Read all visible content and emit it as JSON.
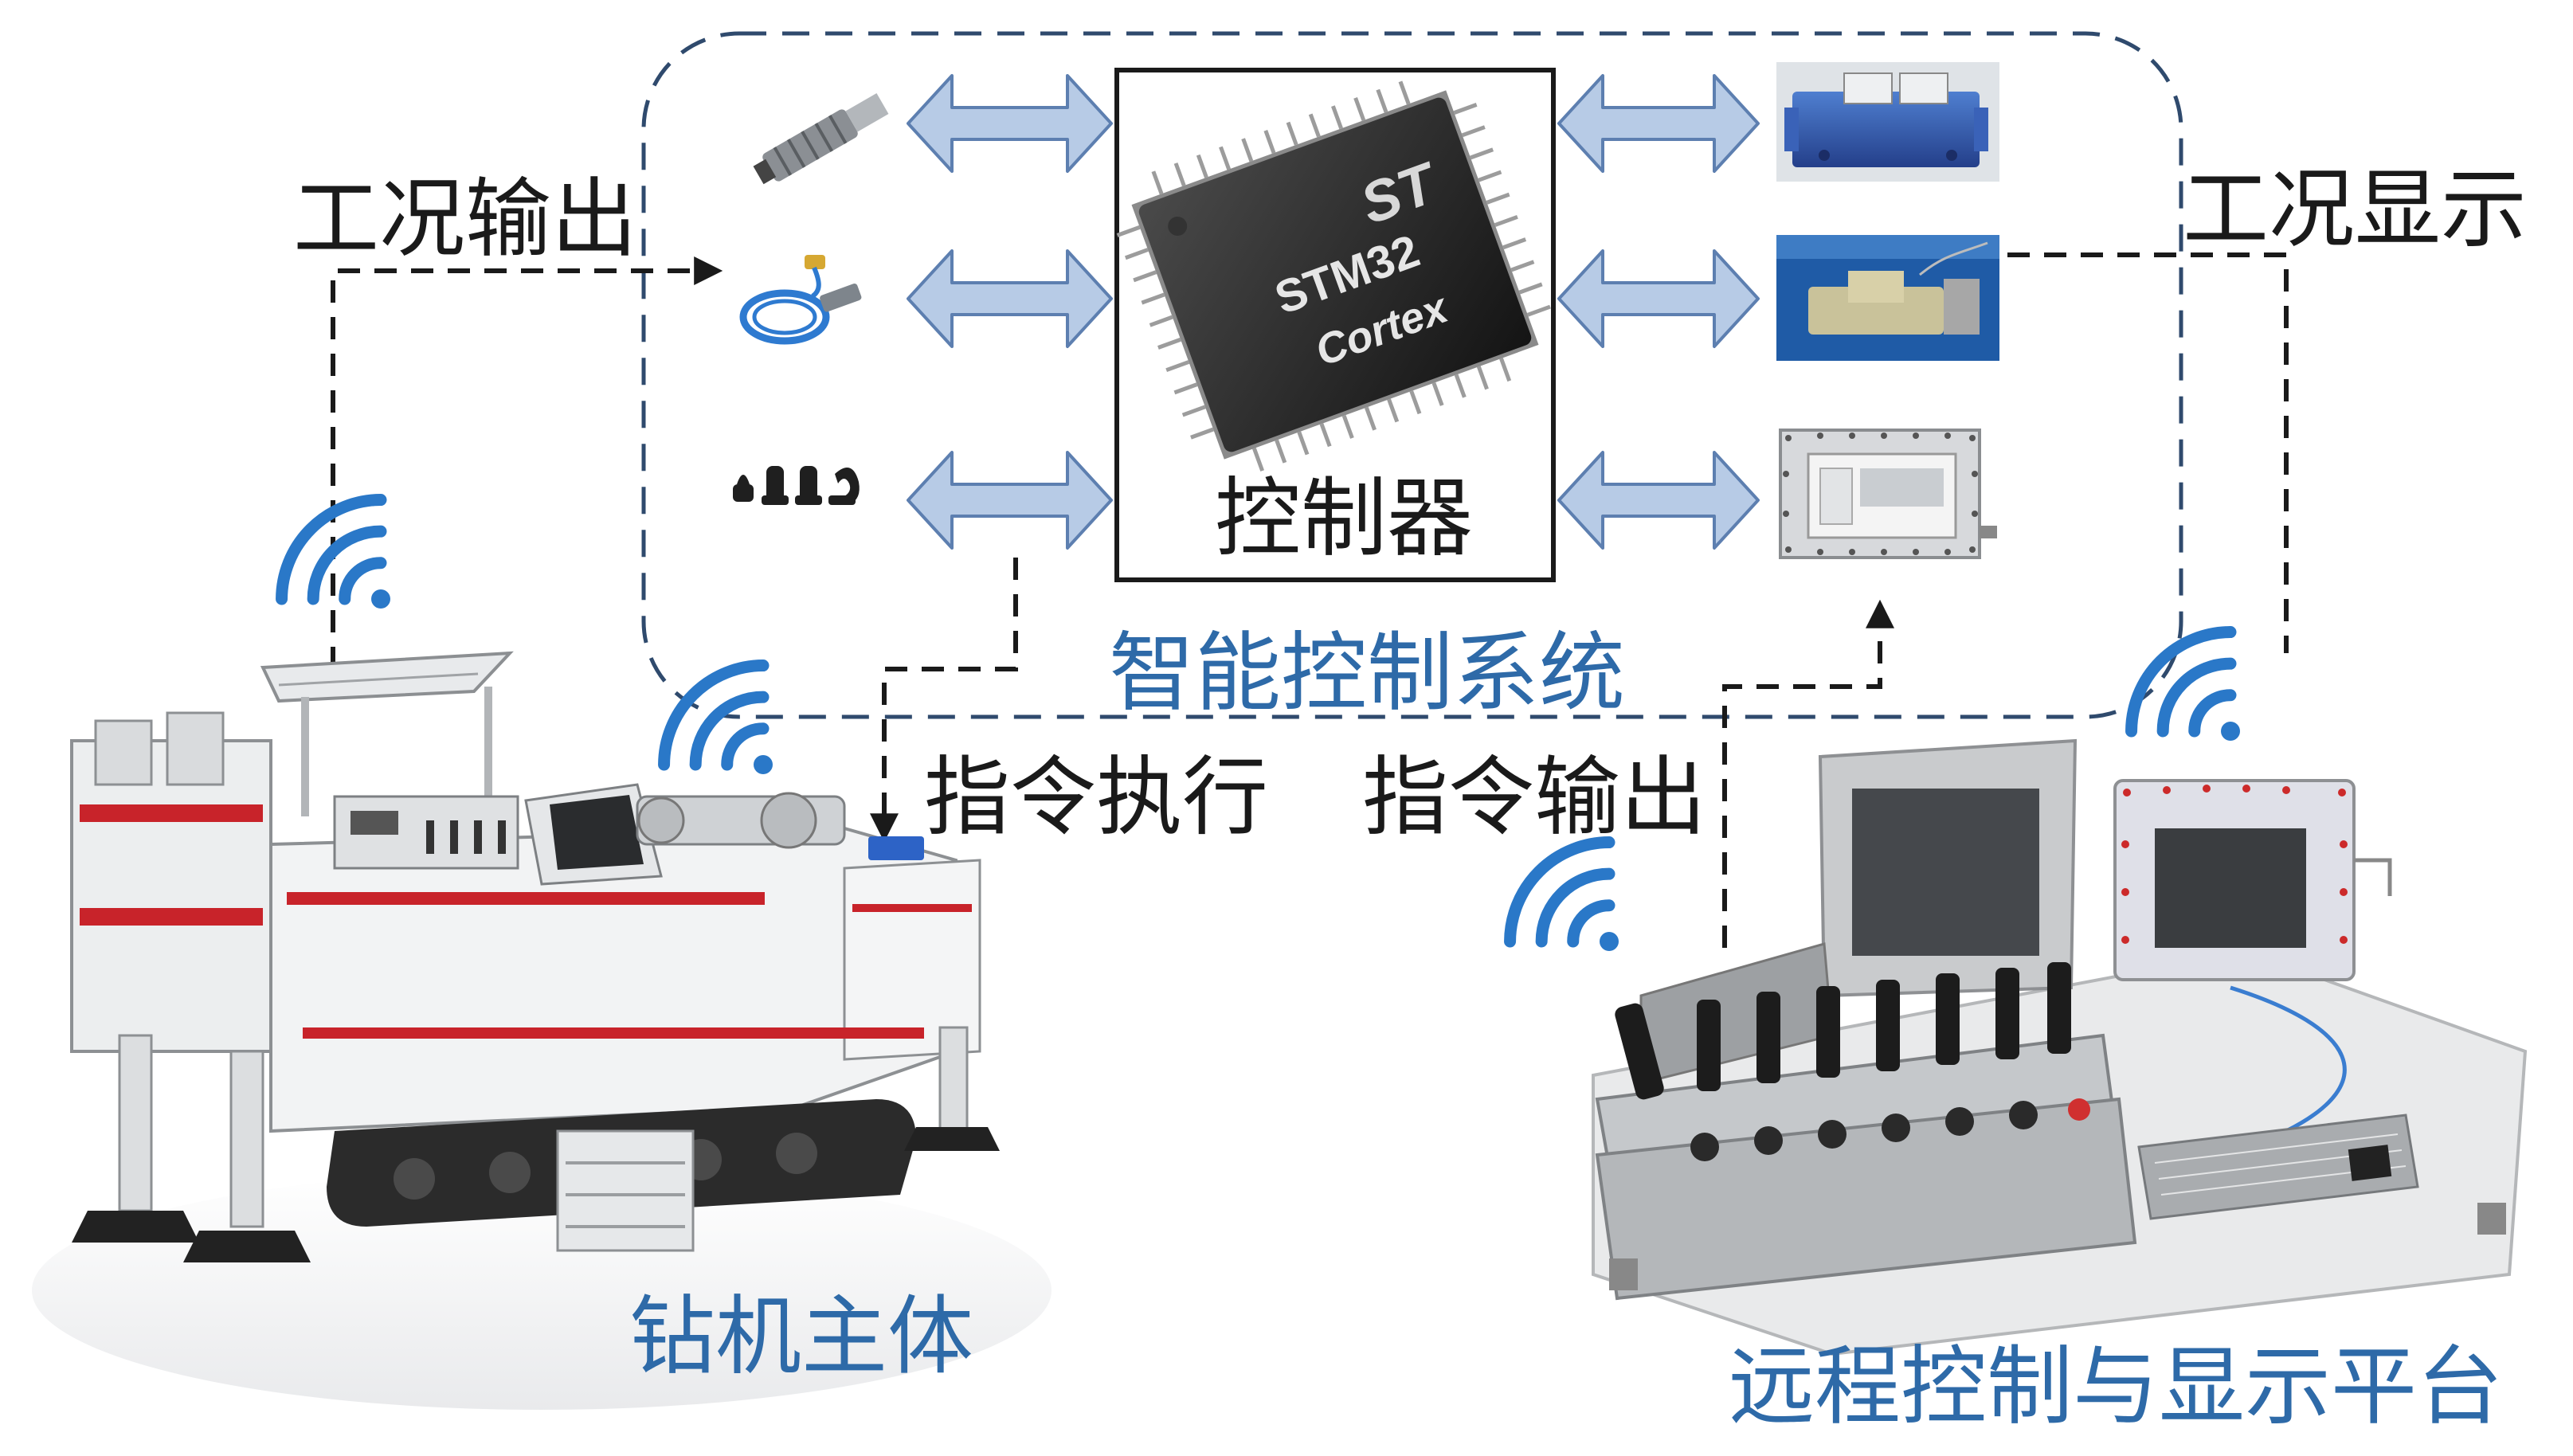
{
  "labels": {
    "condition_output": "工况输出",
    "condition_display": "工况显示",
    "controller": "控制器",
    "chip_brand": "STM32",
    "chip_core": "Cortex",
    "intelligent_system": "智能控制系统",
    "command_execute": "指令执行",
    "command_output": "指令输出",
    "rig_body": "钻机主体",
    "remote_platform": "远程控制与显示平台"
  },
  "colors": {
    "frame_dash": "#2f4a6d",
    "arrow_fill": "#b7cbe6",
    "arrow_stroke": "#5d7fb0",
    "wifi": "#2a78c8",
    "text_blue": "#2e6aa8",
    "text_black": "#1a1a1a"
  }
}
